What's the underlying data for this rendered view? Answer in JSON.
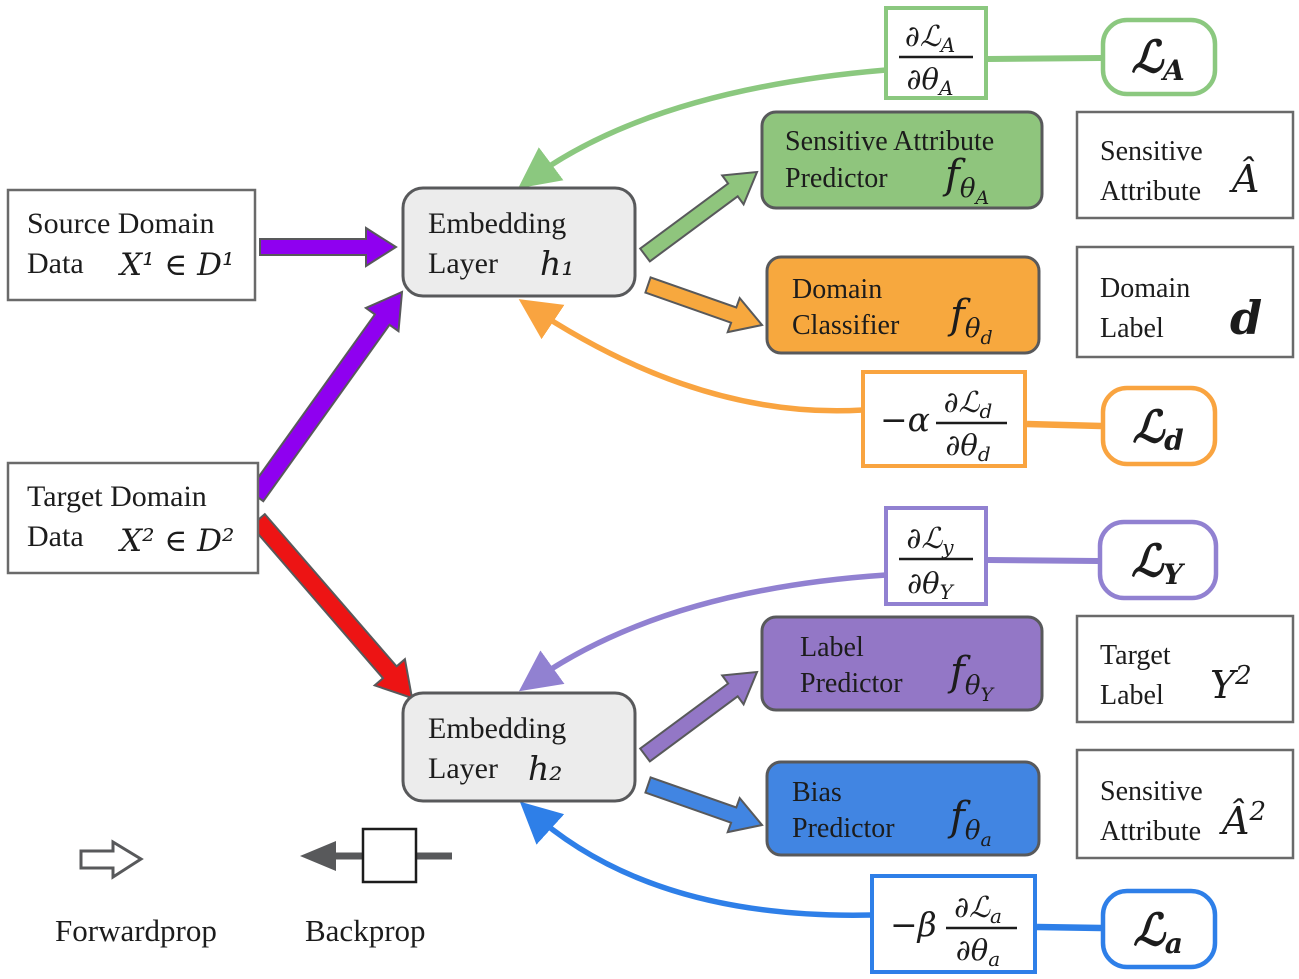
{
  "nodes": {
    "source": {
      "line1": "Source Domain",
      "line2": "Data",
      "math": "X¹ ∈ D¹"
    },
    "target": {
      "line1": "Target Domain",
      "line2": "Data",
      "math": "X² ∈ D²"
    },
    "embed1": {
      "line1": "Embedding",
      "line2": "Layer",
      "math": "h₁"
    },
    "embed2": {
      "line1": "Embedding",
      "line2": "Layer",
      "math": "h₂"
    },
    "sensitive_attribute_predictor": {
      "line1": "Sensitive Attribute",
      "line2": "Predictor",
      "f": "f",
      "sub": "θ",
      "subsub": "A"
    },
    "domain_classifier": {
      "line1": "Domain",
      "line2": "Classifier",
      "f": "f",
      "sub": "θ",
      "subsub": "d"
    },
    "label_predictor": {
      "line1": "Label",
      "line2": "Predictor",
      "f": "f",
      "sub": "θ",
      "subsub": "Y"
    },
    "bias_predictor": {
      "line1": "Bias",
      "line2": "Predictor",
      "f": "f",
      "sub": "θ",
      "subsub": "a"
    },
    "sensitive_attribute_out": {
      "line1": "Sensitive",
      "line2": "Attribute",
      "math": "Â",
      "sup": ""
    },
    "domain_label_out": {
      "line1": "Domain",
      "line2": "Label",
      "math": "d",
      "sup": ""
    },
    "target_label_out": {
      "line1": "Target",
      "line2": "Label",
      "math": "Y",
      "sup": "2"
    },
    "sensitive_attribute2_out": {
      "line1": "Sensitive",
      "line2": "Attribute",
      "math": "Â",
      "sup": "2"
    }
  },
  "gradients": {
    "gA": {
      "prefix": "",
      "num": "∂ℒ",
      "num_sub": "A",
      "den": "∂θ",
      "den_sub": "A"
    },
    "gd": {
      "prefix": "−α",
      "num": "∂ℒ",
      "num_sub": "d",
      "den": "∂θ",
      "den_sub": "d"
    },
    "gy": {
      "prefix": "",
      "num": "∂ℒ",
      "num_sub": "y",
      "den": "∂θ",
      "den_sub": "Y"
    },
    "ga": {
      "prefix": "−β",
      "num": "∂ℒ",
      "num_sub": "a",
      "den": "∂θ",
      "den_sub": "a"
    }
  },
  "losses": {
    "LA": {
      "base": "ℒ",
      "sub": "A"
    },
    "Ld": {
      "base": "ℒ",
      "sub": "d"
    },
    "LY": {
      "base": "ℒ",
      "sub": "Y"
    },
    "La": {
      "base": "ℒ",
      "sub": "a"
    }
  },
  "legend": {
    "forward": "Forwardprop",
    "backward": "Backprop"
  },
  "colors": {
    "green": "#8fc57d",
    "green_line": "#8bc87f",
    "orange": "#f7a83e",
    "orange_line": "#f9a440",
    "purple_box": "#9377c6",
    "purple_line": "#9181d1",
    "blue_box": "#4185e2",
    "blue_line": "#2e7fe8",
    "violet_arrow": "#8f00f0",
    "red_arrow": "#ed1414",
    "outline": "#58595b",
    "box_border": "#6a6a6a",
    "embed_fill": "#ececec"
  }
}
